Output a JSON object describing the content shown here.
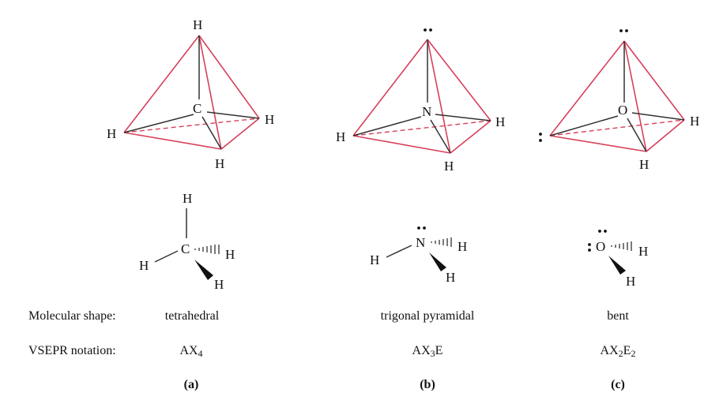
{
  "rows": {
    "shape_label": "Molecular shape:",
    "vsepr_label": "VSEPR notation:"
  },
  "panels": [
    {
      "letter": "(a)",
      "shape": "tetrahedral",
      "notation": [
        {
          "t": "AX"
        },
        {
          "sub": "4"
        }
      ],
      "central_atom": "C",
      "ligand": "H"
    },
    {
      "letter": "(b)",
      "shape": "trigonal pyramidal",
      "notation": [
        {
          "t": "AX"
        },
        {
          "sub": "3"
        },
        {
          "t": "E"
        }
      ],
      "central_atom": "N",
      "ligand": "H"
    },
    {
      "letter": "(c)",
      "shape": "bent",
      "notation": [
        {
          "t": "AX"
        },
        {
          "sub": "2"
        },
        {
          "t": "E"
        },
        {
          "sub": "2"
        }
      ],
      "central_atom": "O",
      "ligand": "H"
    }
  ],
  "colors": {
    "tetrahedron_edge": "#d6405a",
    "bond": "#333333"
  }
}
